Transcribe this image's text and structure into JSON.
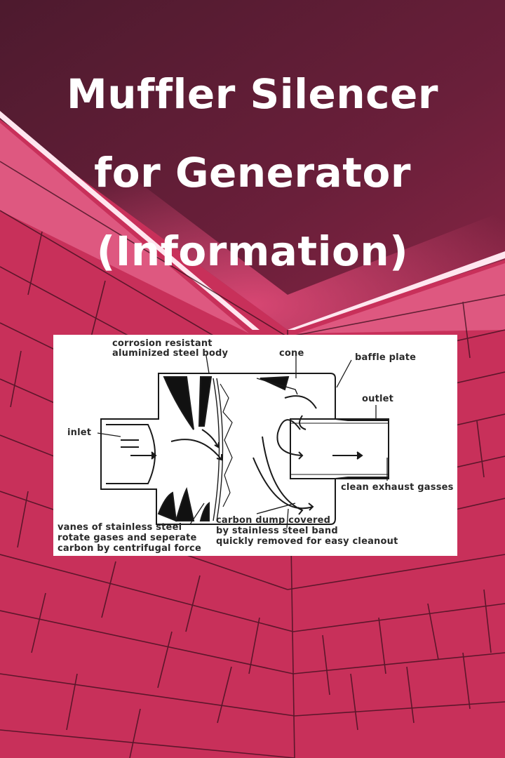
{
  "title": {
    "lines": [
      "Muffler Silencer",
      "for Generator",
      "(Information)"
    ]
  },
  "background": {
    "description": "pink neon-lit tiled corner wall",
    "ceiling_color": "#5a1d35",
    "tile_color": "#c8305a",
    "neon_color": "#ffd0e0"
  },
  "diagram": {
    "labels": {
      "body": [
        "corrosion resistant",
        "aluminized steel body"
      ],
      "cone": "cone",
      "baffle": "baffle plate",
      "outlet": "outlet",
      "inlet": "inlet",
      "clean": "clean exhaust gasses",
      "vanes": [
        "vanes of stainless steel",
        "rotate gases and seperate",
        "carbon by centrifugal force"
      ],
      "dump": [
        "carbon dump covered",
        "by stainless steel band",
        "quickly removed for easy cleanout"
      ]
    }
  }
}
